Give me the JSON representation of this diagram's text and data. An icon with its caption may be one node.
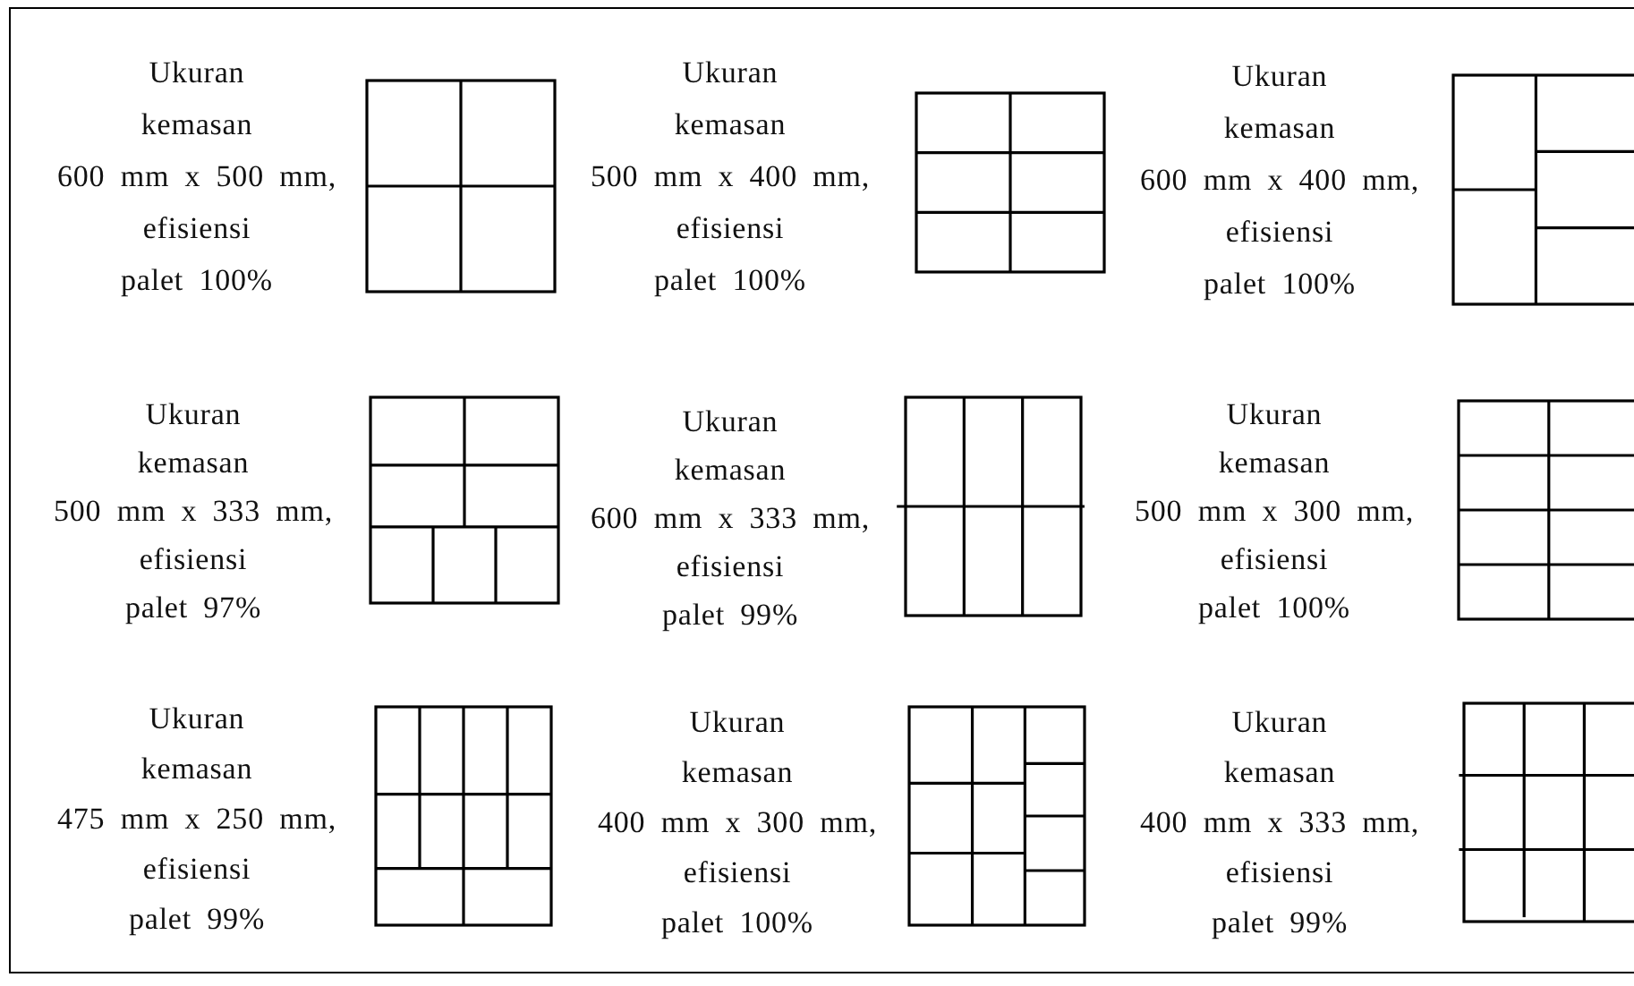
{
  "diagram": {
    "labels": [
      "Ukuran kemasan 600 mm x 500 mm, efisiensi palet 100%",
      "Ukuran kemasan 500 mm x 400 mm, efisiensi palet 100%",
      "Ukuran kemasan 600 mm x 400 mm, efisiensi palet 100%",
      "Ukuran kemasan 500 mm x 333 mm, efisiensi palet 97%",
      "Ukuran kemasan 600 mm x 333 mm, efisiensi palet 99%",
      "Ukuran kemasan 500 mm x 300 mm, efisiensi palet 100%",
      "Ukuran kemasan 475 mm x 250 mm, efisiensi palet 99%",
      "Ukuran kemasan 400 mm x 300 mm, efisiensi palet 100%",
      "Ukuran kemasan 400 mm x 333 mm, efisiensi palet 99%"
    ]
  }
}
